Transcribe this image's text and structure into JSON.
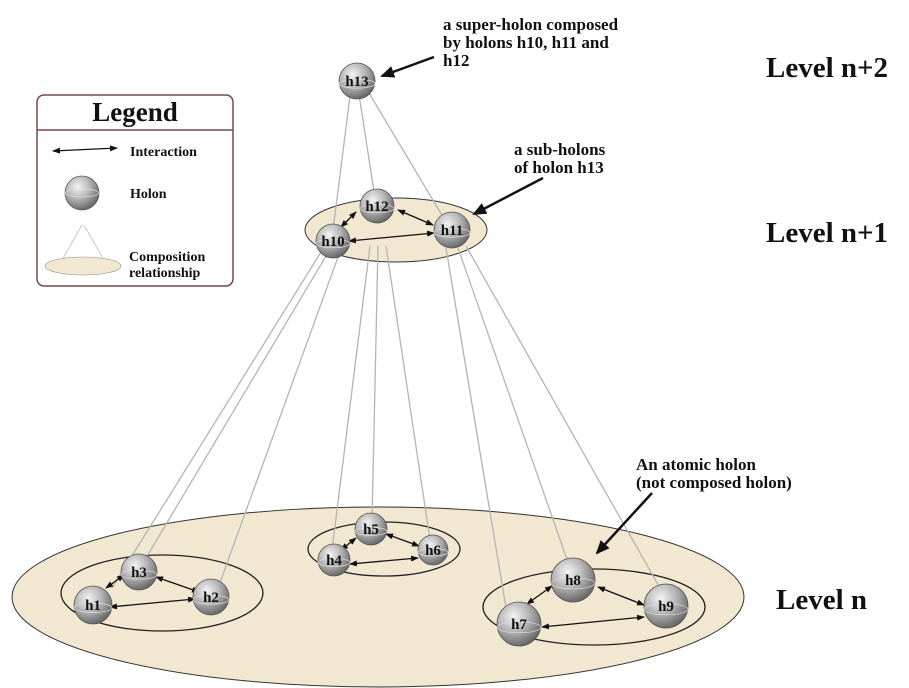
{
  "levels": {
    "n2": "Level n+2",
    "n1": "Level n+1",
    "n": "Level n"
  },
  "holons": {
    "h1": "h1",
    "h2": "h2",
    "h3": "h3",
    "h4": "h4",
    "h5": "h5",
    "h6": "h6",
    "h7": "h7",
    "h8": "h8",
    "h9": "h9",
    "h10": "h10",
    "h11": "h11",
    "h12": "h12",
    "h13": "h13"
  },
  "annotations": {
    "super_holon": [
      "a super-holon composed",
      "by holons h10, h11 and",
      "h12"
    ],
    "sub_holons": [
      "a sub-holons",
      "of holon h13"
    ],
    "atomic_holon": [
      "An atomic holon",
      "(not composed holon)"
    ]
  },
  "legend": {
    "title": "Legend",
    "interaction": "Interaction",
    "holon": "Holon",
    "composition": [
      "Composition",
      "relationship"
    ]
  },
  "colors": {
    "plane_fill": "#f2e7d0",
    "sphere_dark": "#6e6e6e",
    "sphere_light": "#e6e6e6",
    "line": "#b5b5b5",
    "legend_border": "#7a4848"
  }
}
